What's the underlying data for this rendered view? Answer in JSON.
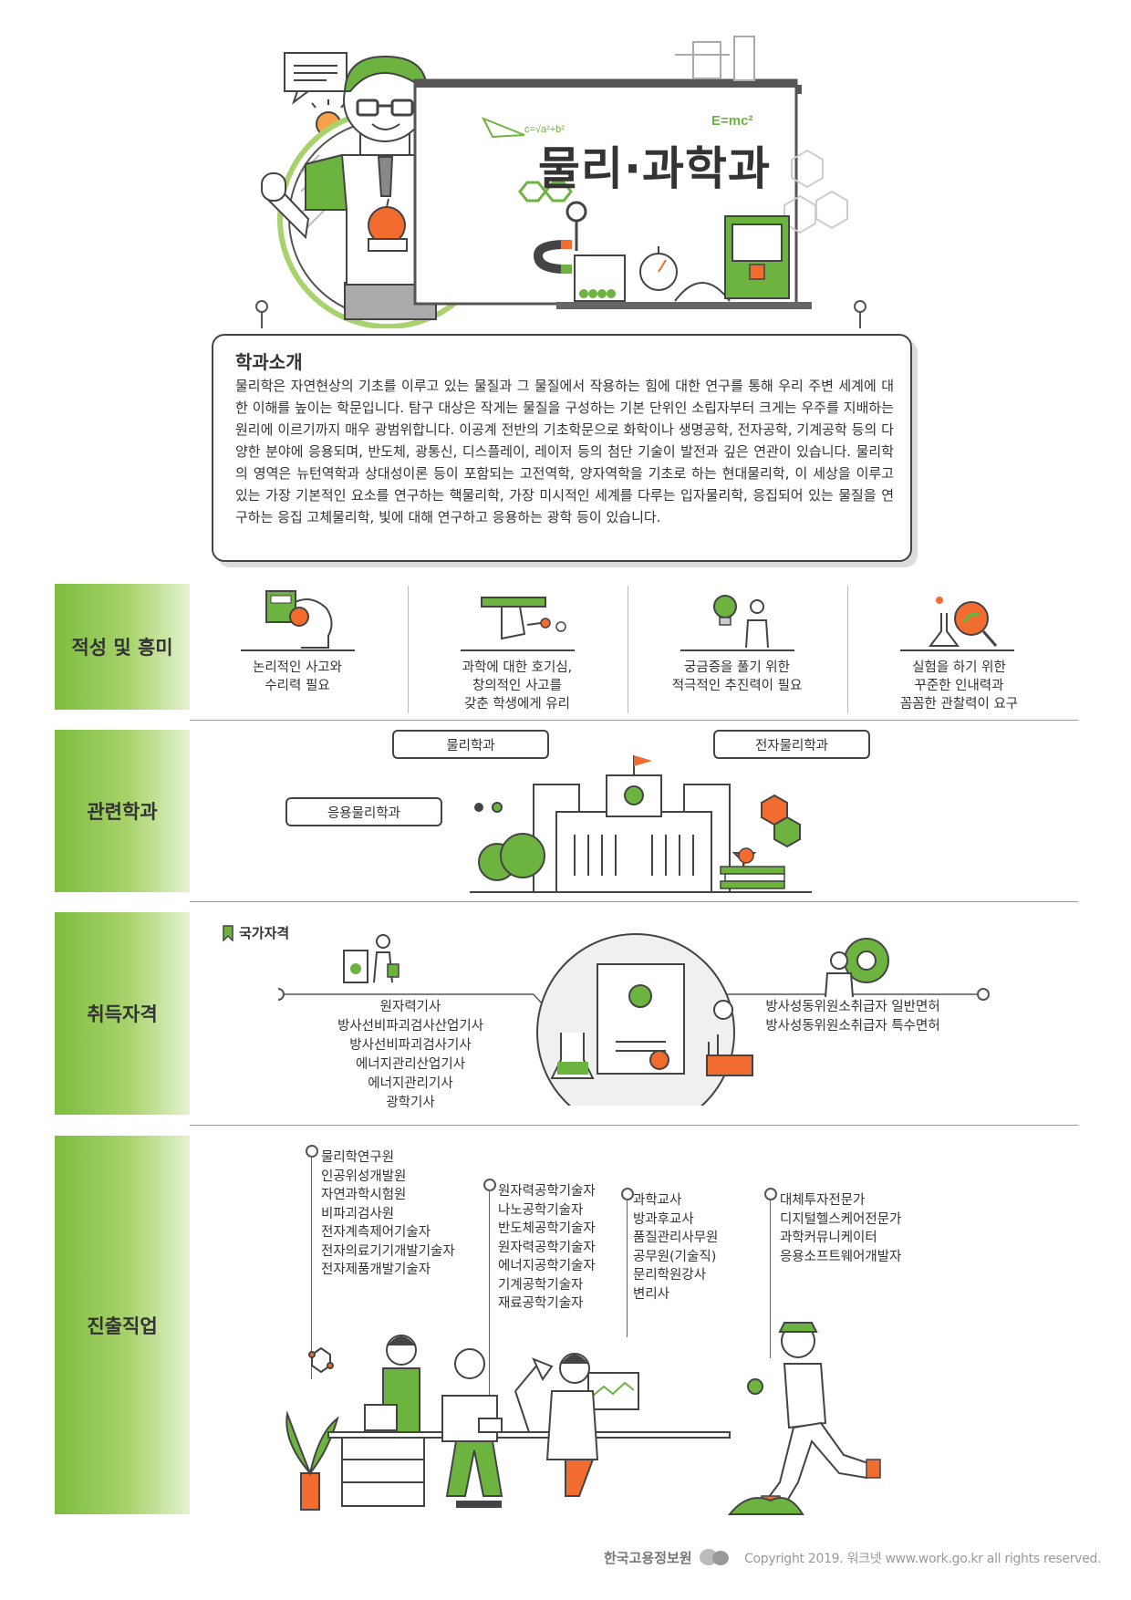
{
  "header": {
    "title": "물리·과학과",
    "board_formula": "E=mc²",
    "board_formula2": "c=√a²+b²"
  },
  "intro": {
    "heading": "학과소개",
    "body": "물리학은 자연현상의 기초를 이루고 있는 물질과 그 물질에서 작용하는 힘에 대한 연구를 통해 우리 주변 세계에 대한 이해를 높이는 학문입니다. 탐구 대상은 작게는 물질을 구성하는 기본 단위인 소립자부터 크게는 우주를 지배하는 원리에 이르기까지 매우 광범위합니다. 이공계 전반의 기초학문으로 화학이나 생명공학, 전자공학, 기계공학 등의 다양한 분야에 응용되며, 반도체, 광통신, 디스플레이, 레이저 등의 첨단 기술이 발전과 깊은 연관이 있습니다. 물리학의 영역은 뉴턴역학과 상대성이론 등이 포함되는 고전역학, 양자역학을 기초로 하는 현대물리학, 이 세상을 이루고 있는 가장 기본적인 요소를 연구하는 핵물리학, 가장 미시적인 세계를 다루는 입자물리학, 응집되어 있는 물질을 연구하는 응집 고체물리학, 빛에 대해 연구하고 응용하는 광학 등이 있습니다."
  },
  "aptitude": {
    "label": "적성 및 흥미",
    "items": [
      {
        "line1": "논리적인 사고와",
        "line2": "수리력 필요",
        "line3": "",
        "icon": "head-calculator-icon"
      },
      {
        "line1": "과학에 대한 호기심,",
        "line2": "창의적인 사고를",
        "line3": "갖춘 학생에게 유리",
        "icon": "hand-pencil-icon"
      },
      {
        "line1": "궁금증을 풀기 위한",
        "line2": "적극적인 추진력이 필요",
        "line3": "",
        "icon": "lightbulb-person-icon"
      },
      {
        "line1": "실험을 하기 위한",
        "line2": "꾸준한 인내력과",
        "line3": "꼼꼼한 관찰력이 요구",
        "icon": "flask-magnifier-icon"
      }
    ]
  },
  "departments": {
    "label": "관련학과",
    "items": [
      "물리학과",
      "전자물리학과",
      "응용물리학과"
    ]
  },
  "certificates": {
    "label": "취득자격",
    "national_label": "국가자격",
    "left": [
      "원자력기사",
      "방사선비파괴검사산업기사",
      "방사선비파괴검사기사",
      "에너지관리산업기사",
      "에너지관리기사",
      "광학기사"
    ],
    "right": [
      "방사성동위원소취급자 일반면허",
      "방사성동위원소취급자 특수면허"
    ]
  },
  "careers": {
    "label": "진출직업",
    "group1": [
      "물리학연구원",
      "인공위성개발원",
      "자연과학시험원",
      "비파괴검사원",
      "전자계측제어기술자",
      "전자의료기기개발기술자",
      "전자제품개발기술자"
    ],
    "group2": [
      "원자력공학기술자",
      "나노공학기술자",
      "반도체공학기술자",
      "원자력공학기술자",
      "에너지공학기술자",
      "기계공학기술자",
      "재료공학기술자"
    ],
    "group3": [
      "과학교사",
      "방과후교사",
      "품질관리사무원",
      "공무원(기술직)",
      "문리학원강사",
      "변리사"
    ],
    "group4": [
      "대체투자전문가",
      "디지털헬스케어전문가",
      "과학커뮤니케이터",
      "응용소프트웨어개발자"
    ]
  },
  "footer": {
    "org": "한국고용정보원",
    "copyright": "Copyright 2019. 워크넷 www.work.go.kr all rights reserved."
  },
  "colors": {
    "green": "#6db33f",
    "light_green": "#a8d36c",
    "orange": "#f26b2f",
    "dark": "#444444"
  }
}
